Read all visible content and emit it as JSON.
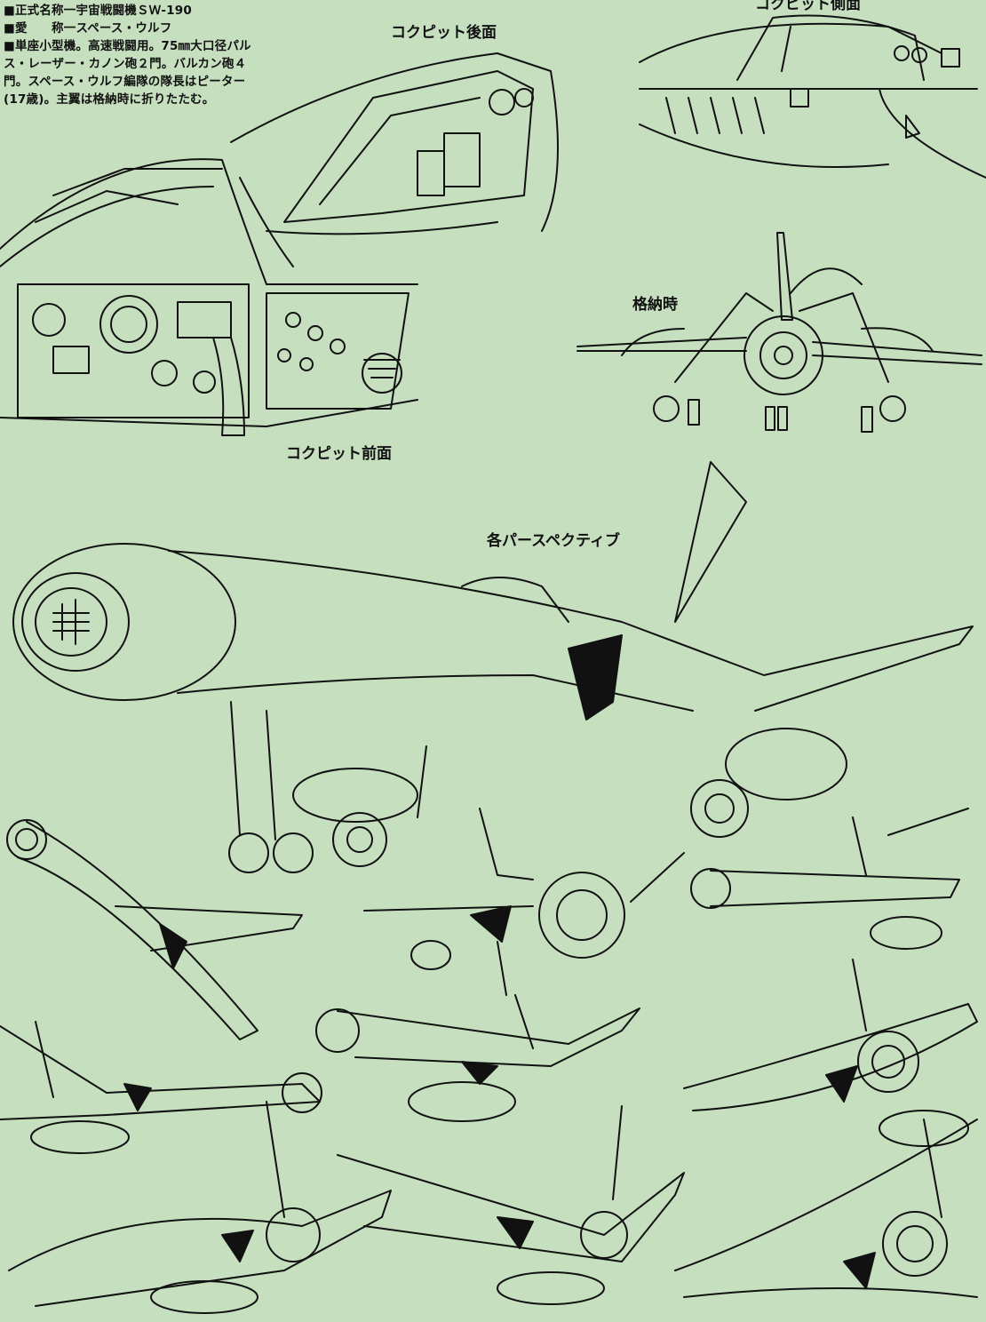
{
  "spec": {
    "lines": [
      "■正式名称一宇宙戦闘機ＳＷ-190",
      "■愛　　称一スペース・ウルフ",
      "■単座小型機。高速戦闘用。75㎜大口径パル",
      "ス・レーザー・カノン砲２門。バルカン砲４",
      "門。スペース・ウルフ編隊の隊長はピーター",
      "(17歳)。主翼は格納時に折りたたむ。"
    ]
  },
  "labels": {
    "cockpit_rear": "コクピット後面",
    "cockpit_side": "コクピット側面",
    "stowed": "格納時",
    "cockpit_front": "コクピット前面",
    "perspectives": "各パースペクティブ"
  }
}
